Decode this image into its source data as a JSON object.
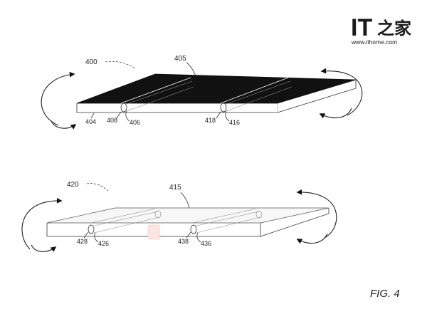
{
  "watermark": {
    "brand_latin": "IT",
    "brand_cn": "之家",
    "url": "www.ithome.com"
  },
  "figure_label": "FIG. 4",
  "device_top": {
    "ref": "400",
    "panel_ref": "405",
    "body_ref": "404",
    "hinge_left": [
      "408",
      "406"
    ],
    "hinge_right": [
      "418",
      "416"
    ],
    "panel_color": "#111111"
  },
  "device_bottom": {
    "ref": "420",
    "panel_ref": "415",
    "hinge_left": [
      "428",
      "426"
    ],
    "hinge_right": [
      "438",
      "436"
    ],
    "panel_color": "#f7f7f7"
  }
}
